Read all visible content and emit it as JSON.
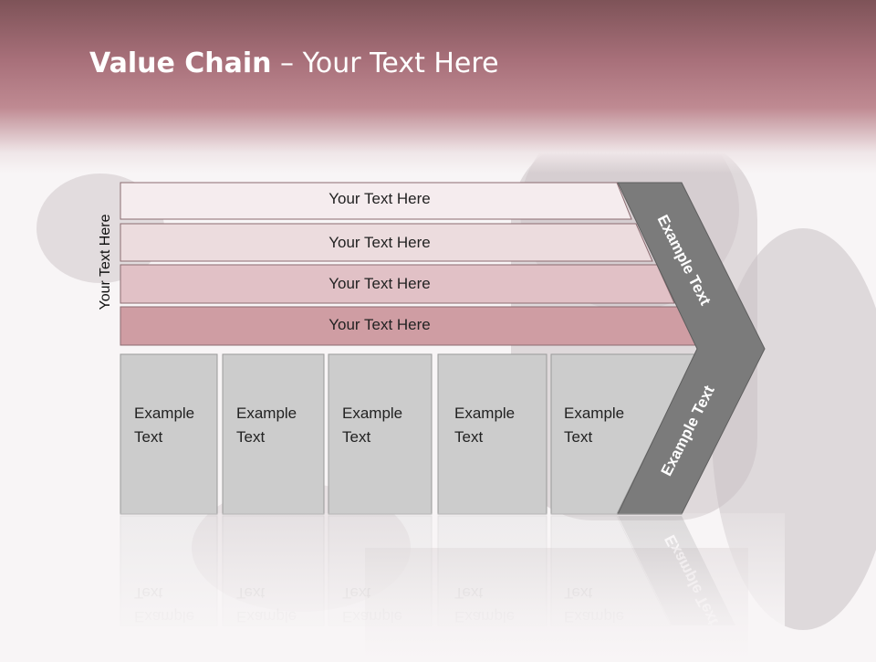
{
  "title": {
    "strong": "Value Chain",
    "rest": " – Your Text Here"
  },
  "side_label": "Your Text Here",
  "support_bars": [
    {
      "label": "Your Text Here",
      "color": "#f5ecee"
    },
    {
      "label": "Your Text Here",
      "color": "#ecdcde"
    },
    {
      "label": "Your Text Here",
      "color": "#e1c1c6"
    },
    {
      "label": "Your Text Here",
      "color": "#cf9da3"
    }
  ],
  "primary_columns": [
    {
      "line1": "Example",
      "line2": "Text"
    },
    {
      "line1": "Example",
      "line2": "Text"
    },
    {
      "line1": "Example",
      "line2": "Text"
    },
    {
      "line1": "Example",
      "line2": "Text"
    },
    {
      "line1": "Example",
      "line2": "Text"
    }
  ],
  "chevron": {
    "top_text": "Example Text",
    "bottom_text": "Example Text",
    "color": "#7b7b7b"
  },
  "colors": {
    "header": "#a8707a",
    "column_fill": "#cccccc",
    "column_border": "#9a9a9a"
  }
}
